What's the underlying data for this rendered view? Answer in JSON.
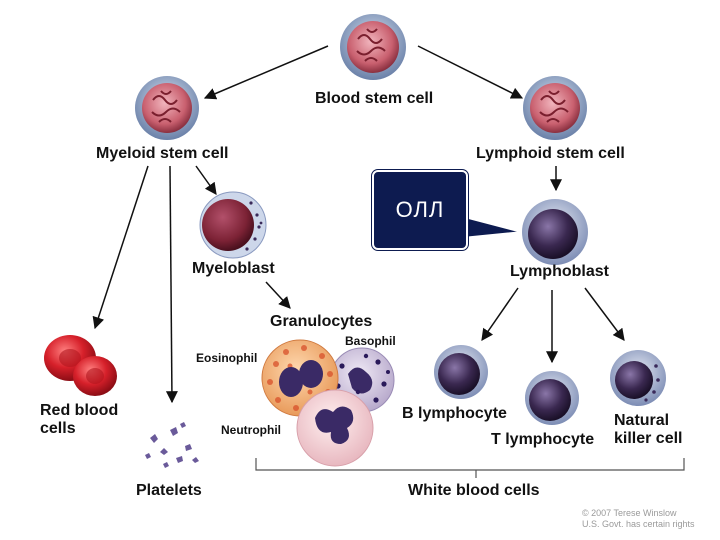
{
  "colors": {
    "stem_cell": "#c9606f",
    "red_cell": "#d6202a",
    "lymph_cell": "#3a2850",
    "myeloblast": "#7c2235",
    "callout_bg": "#0d1b50",
    "platelet": "#6a5a9a"
  },
  "labels": {
    "blood_stem_cell": "Blood stem cell",
    "myeloid_stem_cell": "Myeloid stem cell",
    "lymphoid_stem_cell": "Lymphoid stem cell",
    "myeloblast": "Myeloblast",
    "lymphoblast": "Lymphoblast",
    "granulocytes": "Granulocytes",
    "basophil": "Basophil",
    "eosinophil": "Eosinophil",
    "neutrophil": "Neutrophil",
    "b_lymphocyte": "B lymphocyte",
    "t_lymphocyte": "T lymphocyte",
    "natural_killer_cell": "Natural\nkiller cell",
    "red_blood_cells": "Red blood\ncells",
    "platelets": "Platelets",
    "white_blood_cells": "White blood cells"
  },
  "callout": {
    "text": "ОЛЛ"
  },
  "copyright": "© 2007 Terese Winslow\nU.S. Govt. has certain rights"
}
